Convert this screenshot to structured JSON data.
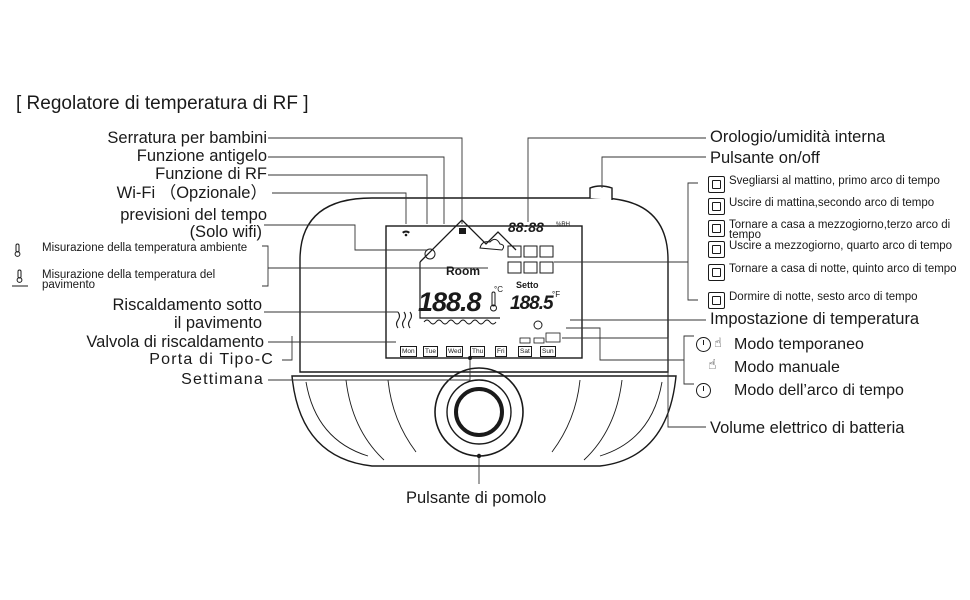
{
  "title": "[ Regolatore di temperatura di RF ]",
  "left_labels": {
    "child_lock": "Serratura per bambini",
    "antifreeze": "Funzione antigelo",
    "rf_function": "Funzione di RF",
    "wifi": "Wi-Fi （Opzionale）",
    "forecast_1": "previsioni del tempo",
    "forecast_2": "(Solo wifi)",
    "ambient_temp": "Misurazione della temperatura ambiente",
    "floor_temp": "Misurazione della temperatura del pavimento",
    "floor_heating_1": "Riscaldamento sotto",
    "floor_heating_2": "il pavimento",
    "heating_valve": "Valvola di riscaldamento",
    "type_c_port": "Porta di Tipo-C",
    "week": "Settimana"
  },
  "right_labels": {
    "clock_humidity": "Orologio/umidità interna",
    "power_button": "Pulsante on/off",
    "temp_setting": "Impostazione di temperatura",
    "battery_level": "Volume elettrico di batteria"
  },
  "periods": [
    {
      "icon": "wake-up-icon",
      "text": "Svegliarsi al mattino, primo arco di tempo"
    },
    {
      "icon": "leave-morning-icon",
      "text": "Uscire di mattina,secondo arco di tempo"
    },
    {
      "icon": "return-noon-icon",
      "text": "Tornare a casa a mezzogiorno,terzo arco di tempo"
    },
    {
      "icon": "leave-noon-icon",
      "text": "Uscire a mezzogiorno, quarto arco di tempo"
    },
    {
      "icon": "return-night-icon",
      "text": "Tornare a casa di notte, quinto arco di tempo"
    },
    {
      "icon": "sleep-icon",
      "text": "Dormire di notte, sesto arco di tempo"
    }
  ],
  "modes": [
    {
      "icon": "temporary-mode-icon",
      "text": "Modo temporaneo"
    },
    {
      "icon": "manual-mode-icon",
      "text": "Modo manuale"
    },
    {
      "icon": "time-period-mode-icon",
      "text": "Modo dell’arco di tempo"
    }
  ],
  "knob_label": "Pulsante di pomolo",
  "lcd": {
    "room": "Room",
    "setto": "Setto",
    "clock_digits": "88:88",
    "humidity_unit": "%RH",
    "room_digits": "188.8",
    "set_digits": "188.5",
    "celsius": "°C",
    "fahrenheit": "°F",
    "days": [
      "Mon",
      "Tue",
      "Wed",
      "Thu",
      "Fri",
      "Sat",
      "Sun"
    ]
  }
}
